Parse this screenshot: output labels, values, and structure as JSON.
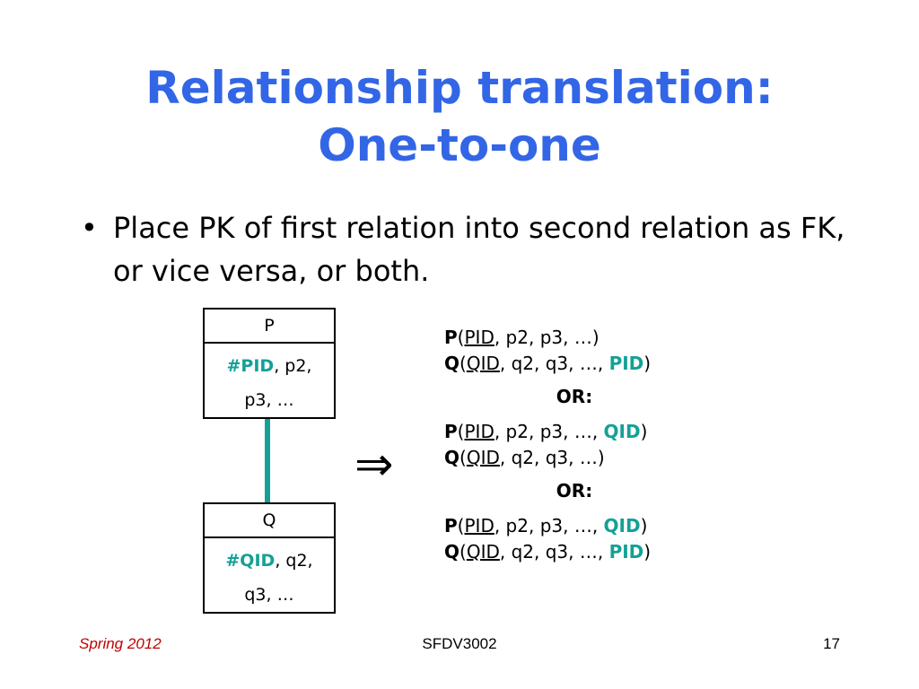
{
  "slide": {
    "title_line1": "Relationship translation:",
    "title_line2": "One-to-one",
    "bullet_symbol": "•",
    "bullet_text": "Place PK of first relation into second relation as FK, or vice versa, or both."
  },
  "diagram": {
    "entity_p": {
      "name": "P",
      "key": "#PID",
      "rest1": ", p2,",
      "rest2": "p3, …"
    },
    "entity_q": {
      "name": "Q",
      "key": "#QID",
      "rest1": ", q2,",
      "rest2": "q3, …"
    },
    "arrow": "⇒"
  },
  "schemas": {
    "option1": {
      "p": {
        "rel": "P",
        "open": "(",
        "key": "PID",
        "rest": ", p2, p3, …)"
      },
      "q": {
        "rel": "Q",
        "open": "(",
        "key": "QID",
        "mid": ", q2, q3, …, ",
        "fk": "PID",
        "close": ")"
      }
    },
    "or1": "OR:",
    "option2": {
      "p": {
        "rel": "P",
        "open": "(",
        "key": "PID",
        "mid": ", p2, p3, …, ",
        "fk": "QID",
        "close": ")"
      },
      "q": {
        "rel": "Q",
        "open": "(",
        "key": "QID",
        "rest": ", q2, q3, …)"
      }
    },
    "or2": "OR:",
    "option3": {
      "p": {
        "rel": "P",
        "open": "(",
        "key": "PID",
        "mid": ", p2, p3, …, ",
        "fk": "QID",
        "close": ")"
      },
      "q": {
        "rel": "Q",
        "open": "(",
        "key": "QID",
        "mid": ", q2, q3, …, ",
        "fk": "PID",
        "close": ")"
      }
    }
  },
  "footer": {
    "left": "Spring 2012",
    "center": "SFDV3002",
    "right": "17"
  },
  "colors": {
    "title": "#3366e6",
    "accent_teal": "#14a096",
    "footer_left": "#c00000"
  }
}
